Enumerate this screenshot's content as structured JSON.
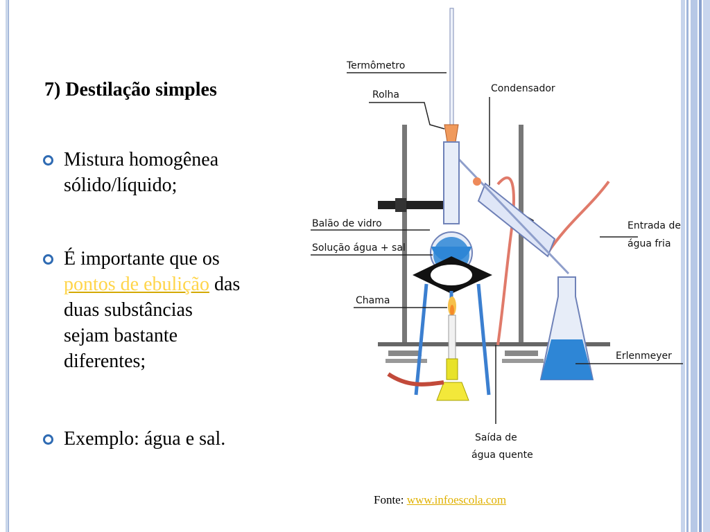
{
  "slide": {
    "title": "7) Destilação simples",
    "bullets": [
      {
        "lines": [
          "Mistura homogênea",
          "sólido/líquido;"
        ]
      },
      {
        "line1": "É importante que os",
        "link": "pontos de ebulição",
        "after_link": " das",
        "lines": [
          "duas substâncias",
          "sejam bastante",
          "diferentes;"
        ]
      },
      {
        "lines": [
          "Exemplo: água e sal."
        ]
      }
    ],
    "source_label": "Fonte: ",
    "source_link": "www.infoescola.com"
  },
  "diagram": {
    "labels": {
      "termometro": "Termômetro",
      "rolha": "Rolha",
      "condensador": "Condensador",
      "balao": "Balão de vidro",
      "solucao": "Solução água + sal",
      "entrada_1": "Entrada de",
      "entrada_2": "água fria",
      "chama": "Chama",
      "erlenmeyer": "Erlenmeyer",
      "saida_1": "Saída de",
      "saida_2": "água quente"
    }
  },
  "colors": {
    "accent": "#2f6bb3",
    "link": "#e0b100",
    "liquid": "#2e86d6"
  }
}
